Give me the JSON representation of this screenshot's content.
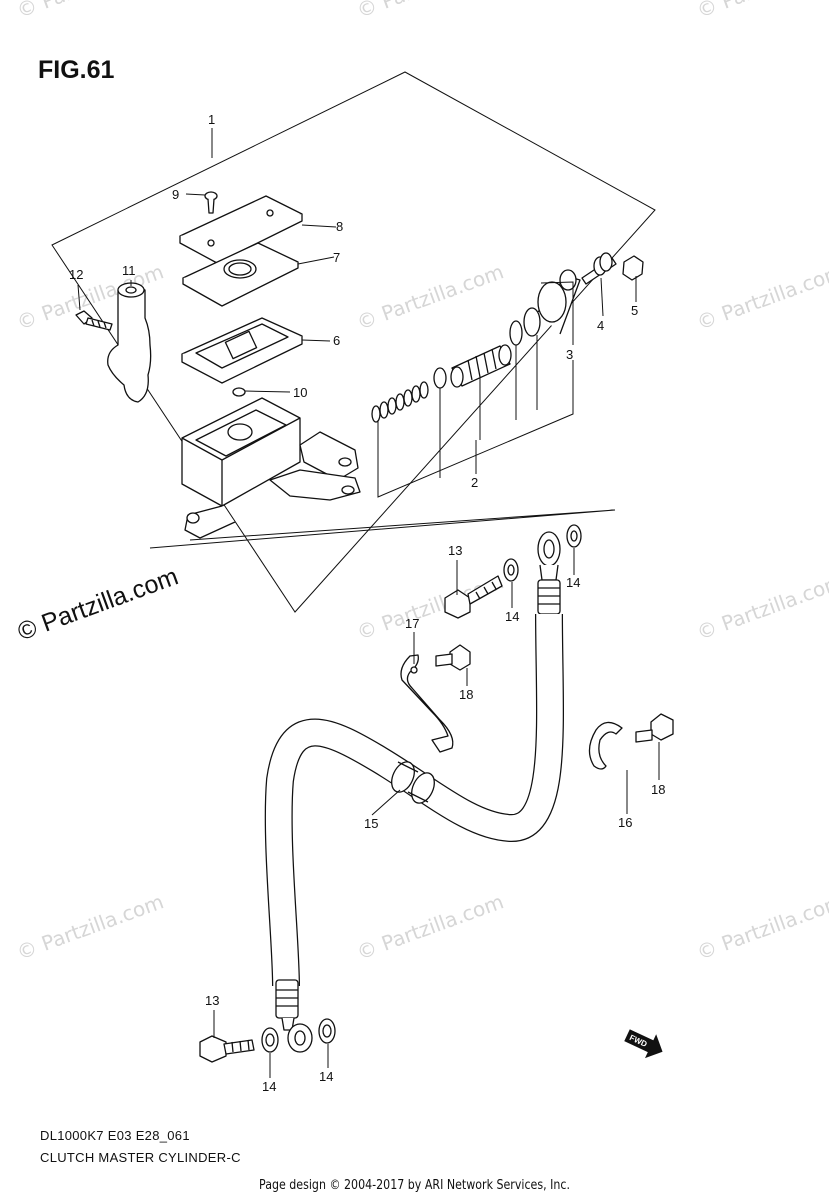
{
  "figure": {
    "title": "FIG.61",
    "model_code": "DL1000K7 E03 E28_061",
    "caption": "CLUTCH MASTER CYLINDER-C"
  },
  "footer": "Page design © 2004-2017 by ARI Network Services, Inc.",
  "watermark": {
    "text": "© Partzilla.com",
    "brand": "© Partzilla.com"
  },
  "fwd_marker": "FWD",
  "callouts": [
    "1",
    "2",
    "3",
    "4",
    "5",
    "6",
    "7",
    "8",
    "9",
    "10",
    "11",
    "12",
    "13",
    "14",
    "15",
    "16",
    "17",
    "18"
  ],
  "colors": {
    "ink": "#111111",
    "watermark": "#d6d6d6",
    "background": "#ffffff"
  }
}
